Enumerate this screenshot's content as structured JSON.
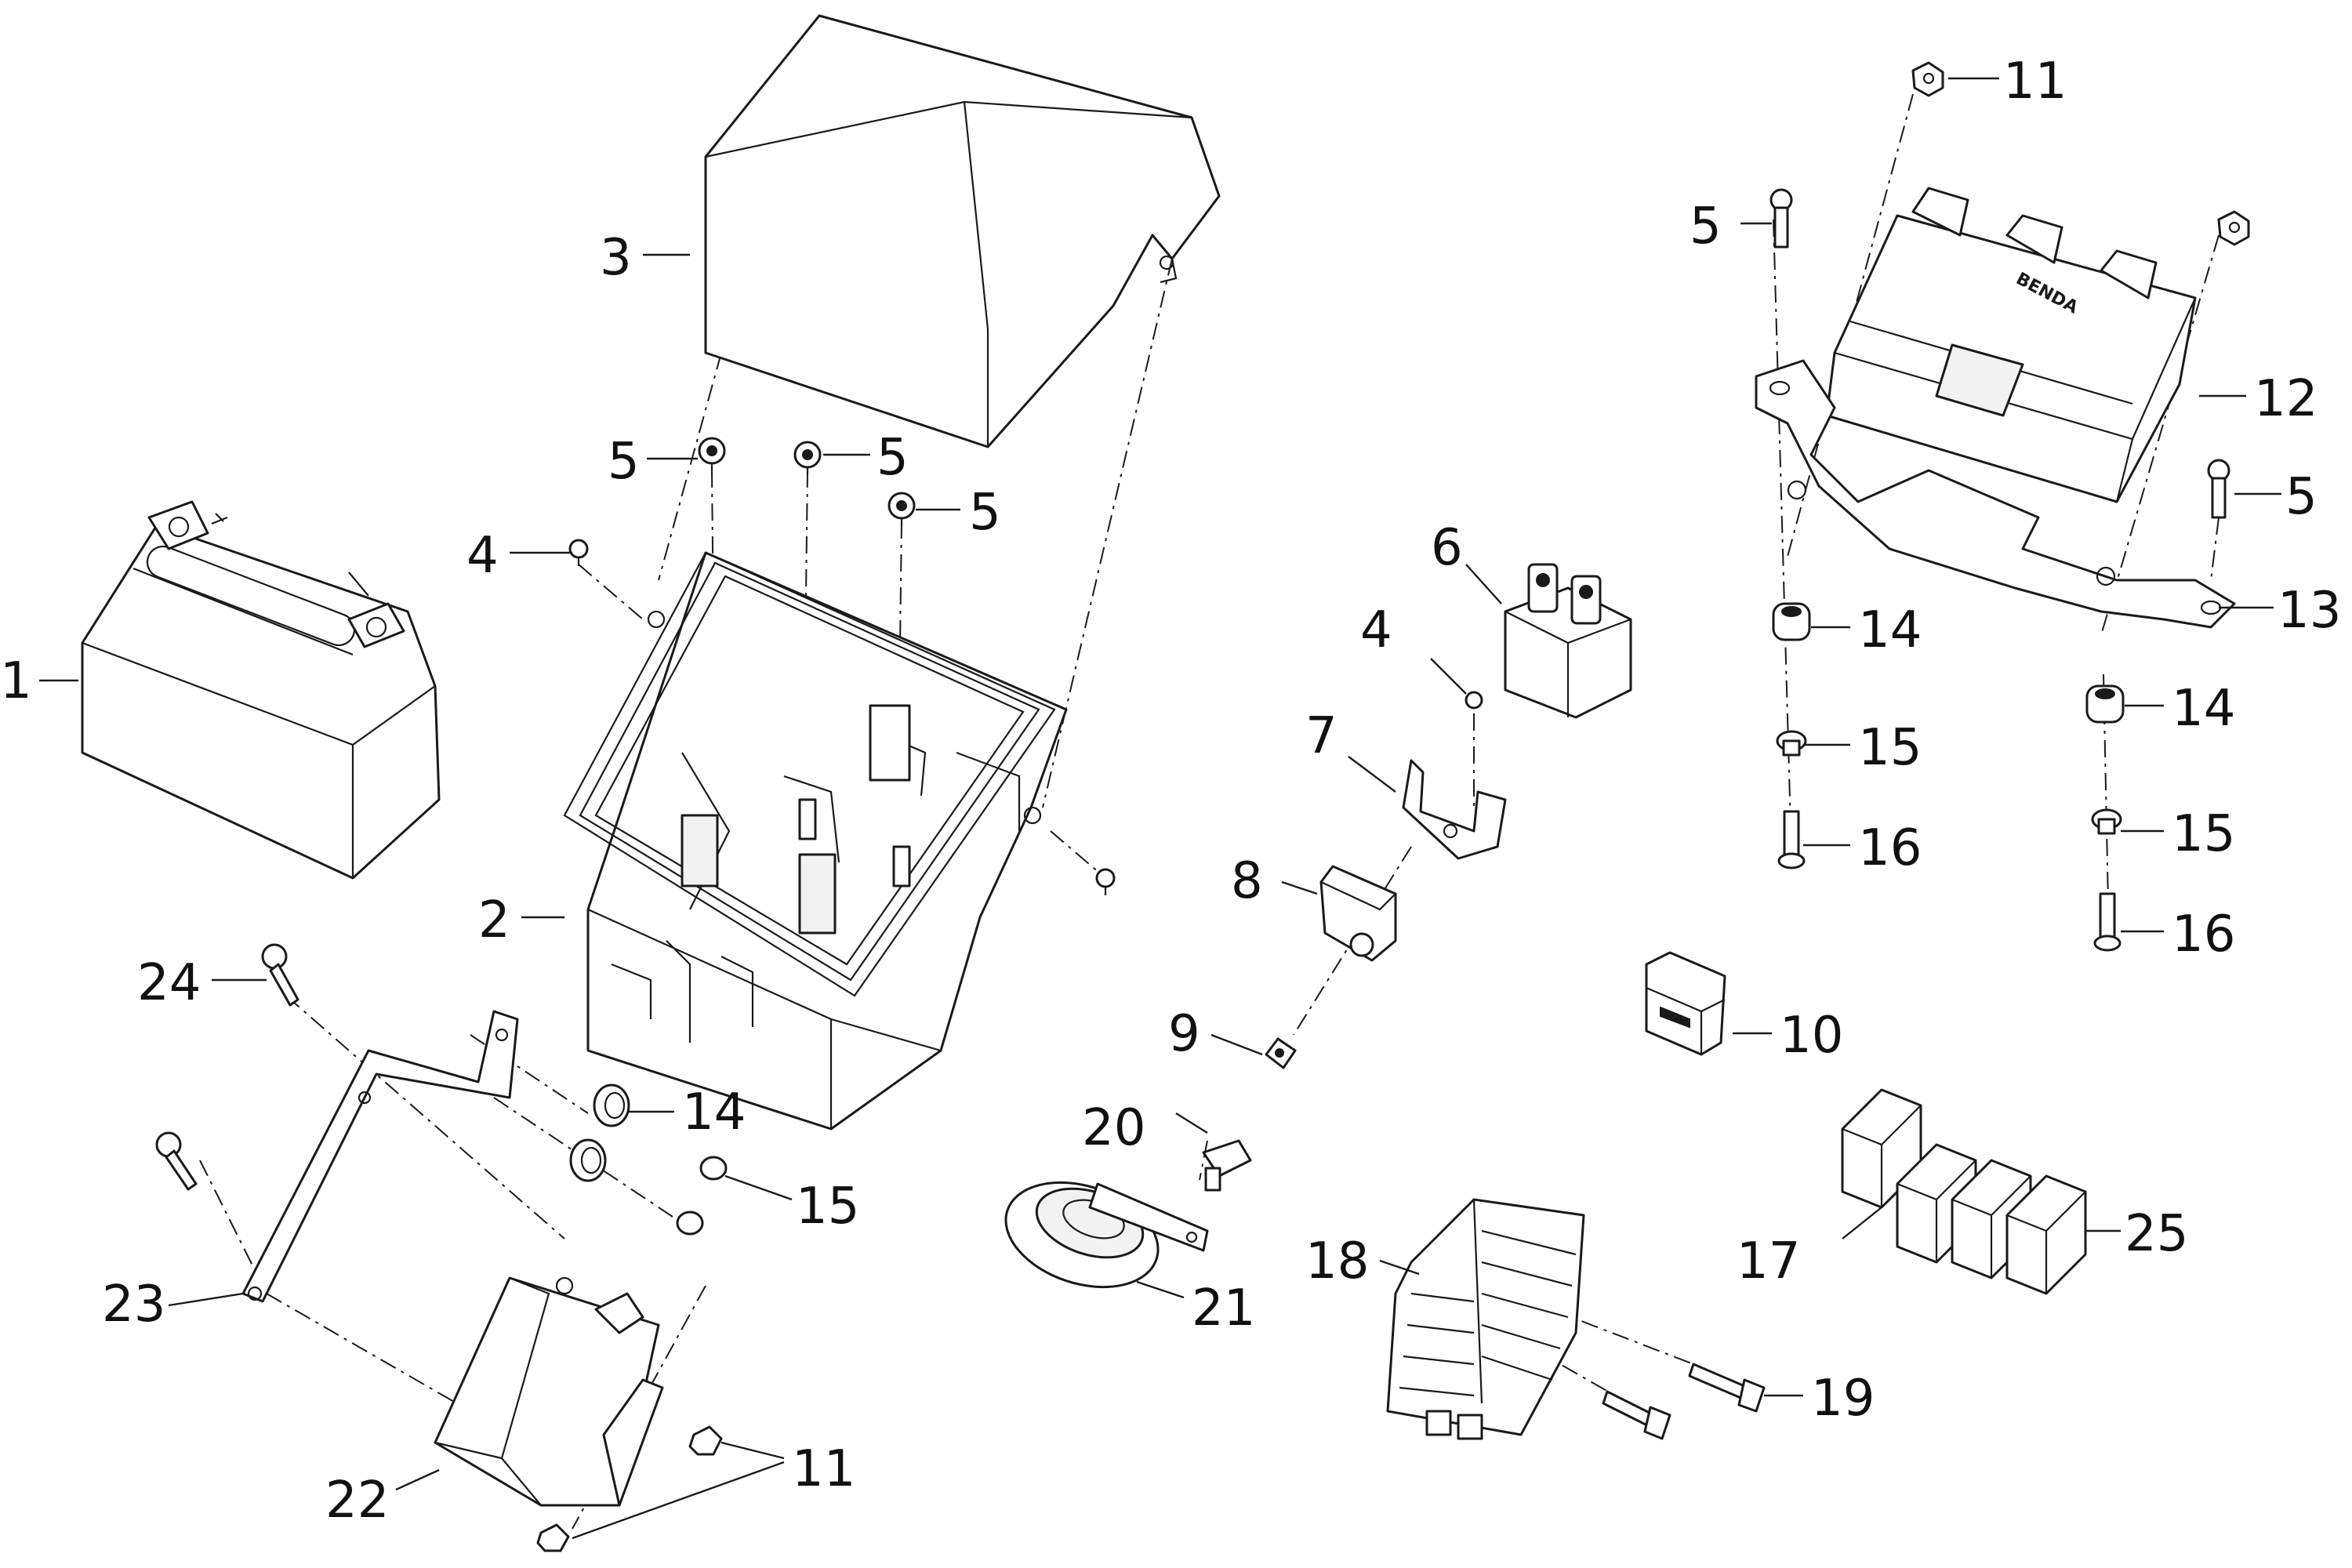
{
  "callouts": {
    "battery": "1",
    "battery_box": "2",
    "battery_cover": "3",
    "screw_4_left": "4",
    "screw_4_right": "4",
    "bolt_5_a": "5",
    "bolt_5_b": "5",
    "bolt_5_c": "5",
    "bolt_5_ecu_top": "5",
    "bolt_5_ecu_right": "5",
    "starter_relay": "6",
    "relay_bracket": "7",
    "rubber_holder": "8",
    "bolt_9": "9",
    "connector": "10",
    "nut_11_top": "11",
    "nut_11_bottom": "11",
    "ecu": "12",
    "ecu_bracket": "13",
    "grommet_14_left": "14",
    "grommet_14_right": "14",
    "grommet_14_lower": "14",
    "collar_15_left": "15",
    "collar_15_right": "15",
    "collar_15_lower": "15",
    "bolt_16_left": "16",
    "bolt_16_right": "16",
    "relay_17": "17",
    "regulator": "18",
    "bolt_19": "19",
    "bolt_20": "20",
    "horn": "21",
    "fuse_box": "22",
    "bolt_23": "23",
    "bolt_24": "24",
    "relay_25": "25"
  },
  "ecu_brand": "BENDA",
  "colors": {
    "line": "#1a1a1a",
    "background": "#ffffff",
    "fill": "#f2f2f2"
  }
}
